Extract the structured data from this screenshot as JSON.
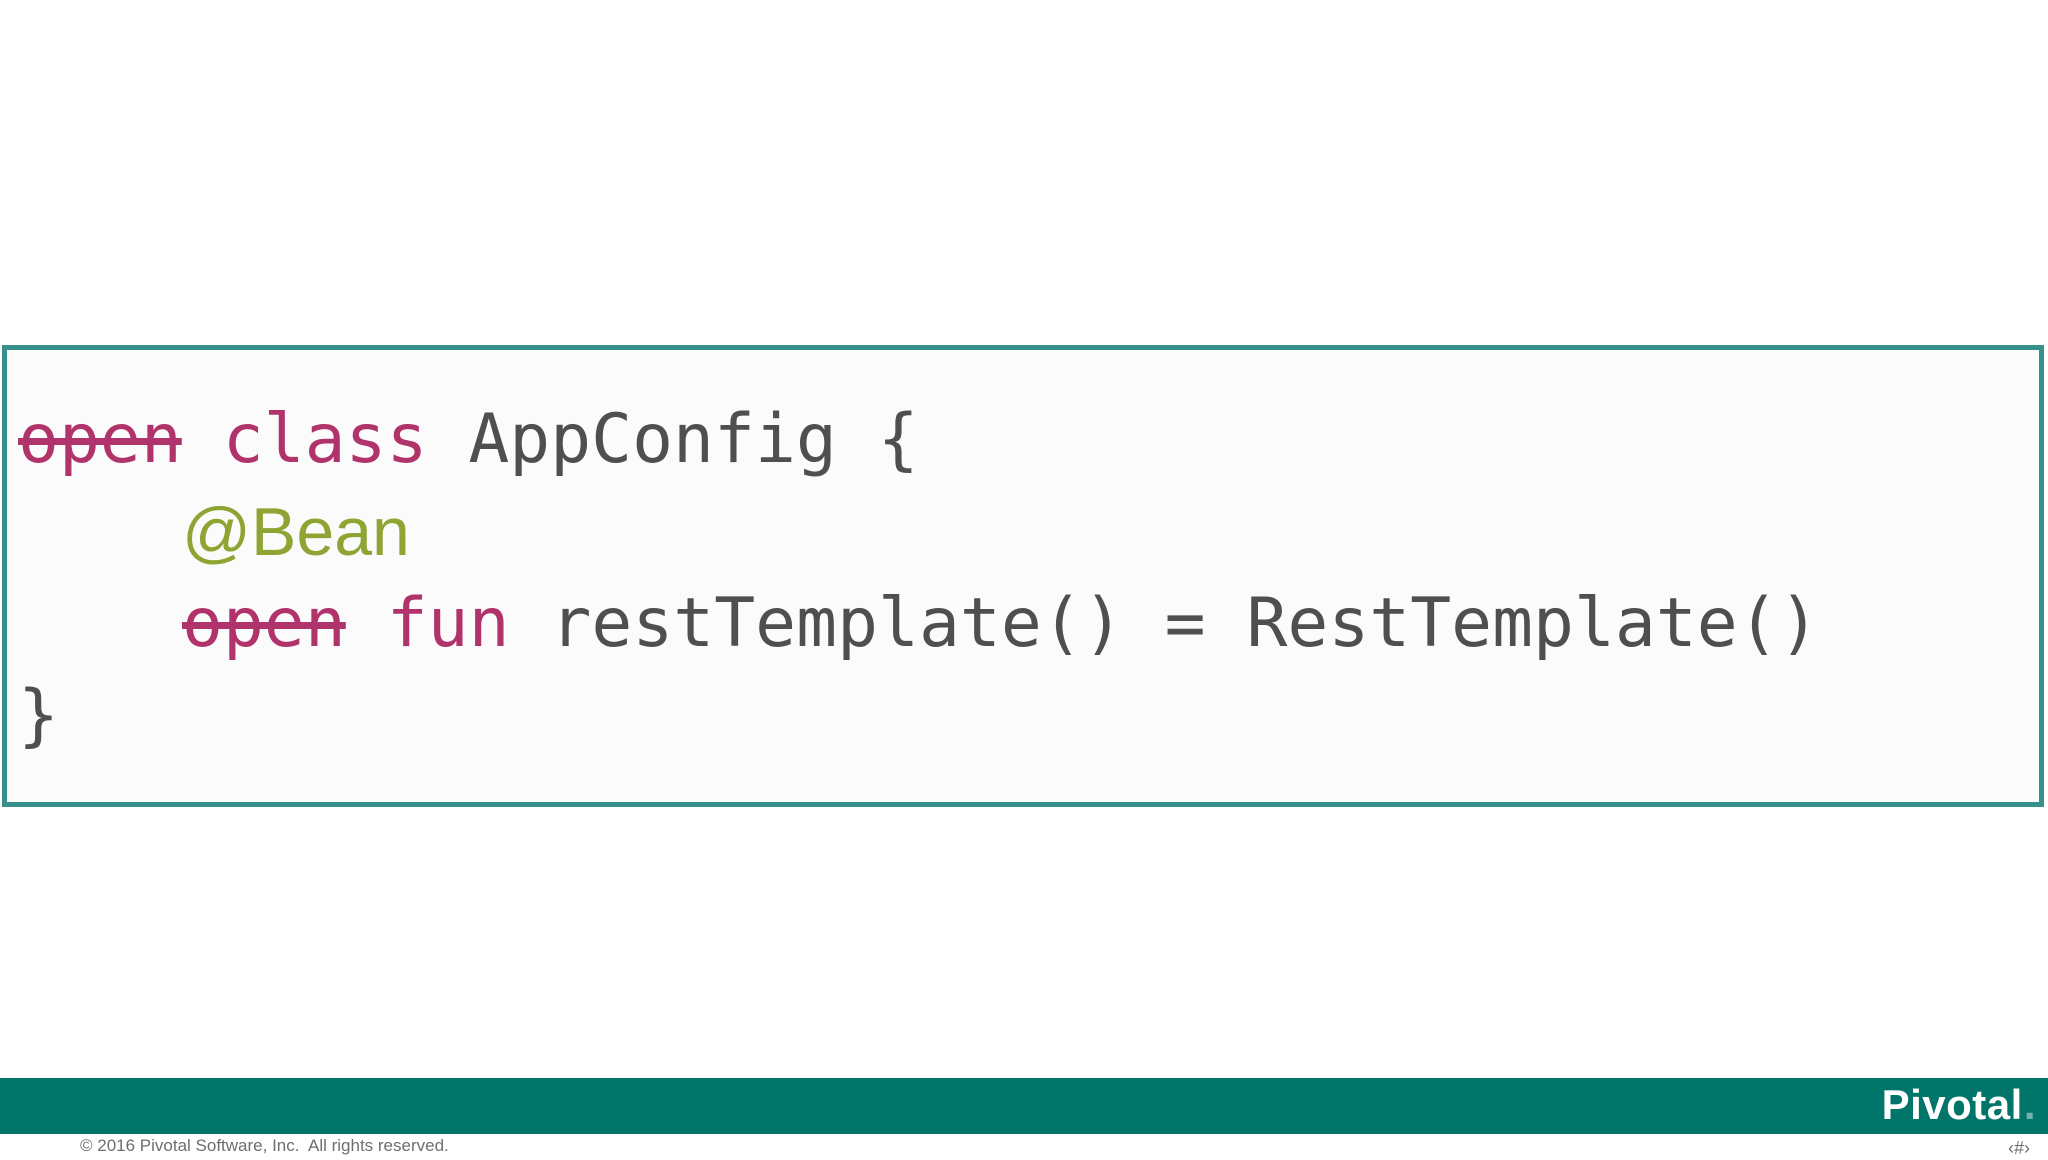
{
  "code_panel": {
    "lines": [
      {
        "indent": 0,
        "tokens": [
          {
            "text": "open",
            "style": "keyword-removed"
          },
          {
            "text": " ",
            "style": "plain"
          },
          {
            "text": "class",
            "style": "keyword"
          },
          {
            "text": " AppConfig {",
            "style": "plain"
          }
        ]
      },
      {
        "indent": 1,
        "tokens": [
          {
            "text": "@Bean",
            "style": "annotation"
          }
        ]
      },
      {
        "indent": 1,
        "tokens": [
          {
            "text": "open",
            "style": "keyword-removed"
          },
          {
            "text": " ",
            "style": "plain"
          },
          {
            "text": "fun",
            "style": "keyword"
          },
          {
            "text": " restTemplate() = RestTemplate()",
            "style": "plain"
          }
        ]
      },
      {
        "indent": 0,
        "tokens": [
          {
            "text": "}",
            "style": "plain"
          }
        ]
      }
    ]
  },
  "footer": {
    "copyright": "© 2016 Pivotal Software, Inc.  All rights reserved.",
    "logo_text": "Pivotal",
    "logo_dot": ".",
    "slide_number_placeholder": "‹#›"
  },
  "colors": {
    "keyword": "#B0336B",
    "annotation": "#8EA433",
    "code_text": "#4F4F4F",
    "code_box_border": "#35918A",
    "code_box_background": "#FBFBFB",
    "footer_bar": "#01756A",
    "footer_text": "#6E6E6E",
    "logo_text": "#FFFFFF"
  }
}
